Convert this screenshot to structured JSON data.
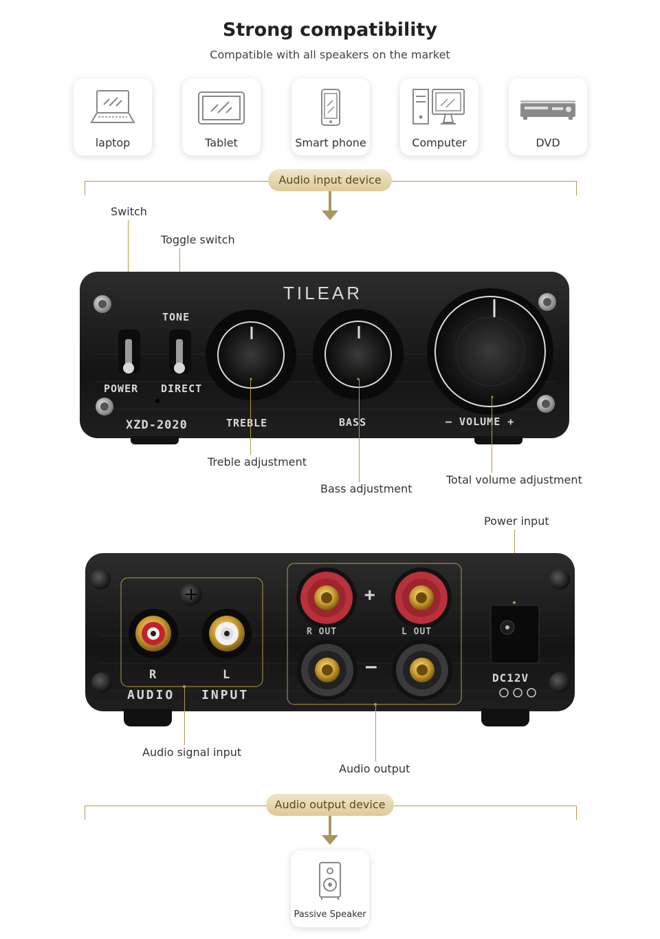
{
  "header": {
    "title": "Strong compatibility",
    "subtitle": "Compatible with all speakers on the market"
  },
  "input_devices": [
    {
      "label": "laptop",
      "icon": "laptop-icon"
    },
    {
      "label": "Tablet",
      "icon": "tablet-icon"
    },
    {
      "label": "Smart phone",
      "icon": "smartphone-icon"
    },
    {
      "label": "Computer",
      "icon": "computer-icon"
    },
    {
      "label": "DVD",
      "icon": "dvd-player-icon"
    }
  ],
  "sections": {
    "input_label": "Audio input device",
    "output_label": "Audio output device"
  },
  "front_panel": {
    "brand": "TILEAR",
    "model": "XZD-2020",
    "tone": "TONE",
    "power": "POWER",
    "direct": "DIRECT",
    "treble": "TREBLE",
    "bass": "BASS",
    "volume": "– VOLUME +"
  },
  "front_callouts": {
    "switch": "Switch",
    "toggle_switch": "Toggle switch",
    "treble_adjustment": "Treble adjustment",
    "bass_adjustment": "Bass adjustment",
    "total_volume_adjustment": "Total volume adjustment"
  },
  "back_panel": {
    "r": "R",
    "l": "L",
    "audio": "AUDIO",
    "input": "INPUT",
    "r_out": "R OUT",
    "l_out": "L OUT",
    "plus": "+",
    "minus": "–",
    "dc": "DC12V"
  },
  "back_callouts": {
    "power_input": "Power input",
    "audio_signal_input": "Audio signal input",
    "audio_output": "Audio output"
  },
  "output_devices": [
    {
      "label": "Passive Speaker",
      "icon": "speaker-icon"
    }
  ],
  "colors": {
    "accent_gold": "#b59a4a",
    "pill_fill": "#e6d9ae",
    "panel_black": "#1a1a1a",
    "binding_post_red": "#c0303a"
  }
}
